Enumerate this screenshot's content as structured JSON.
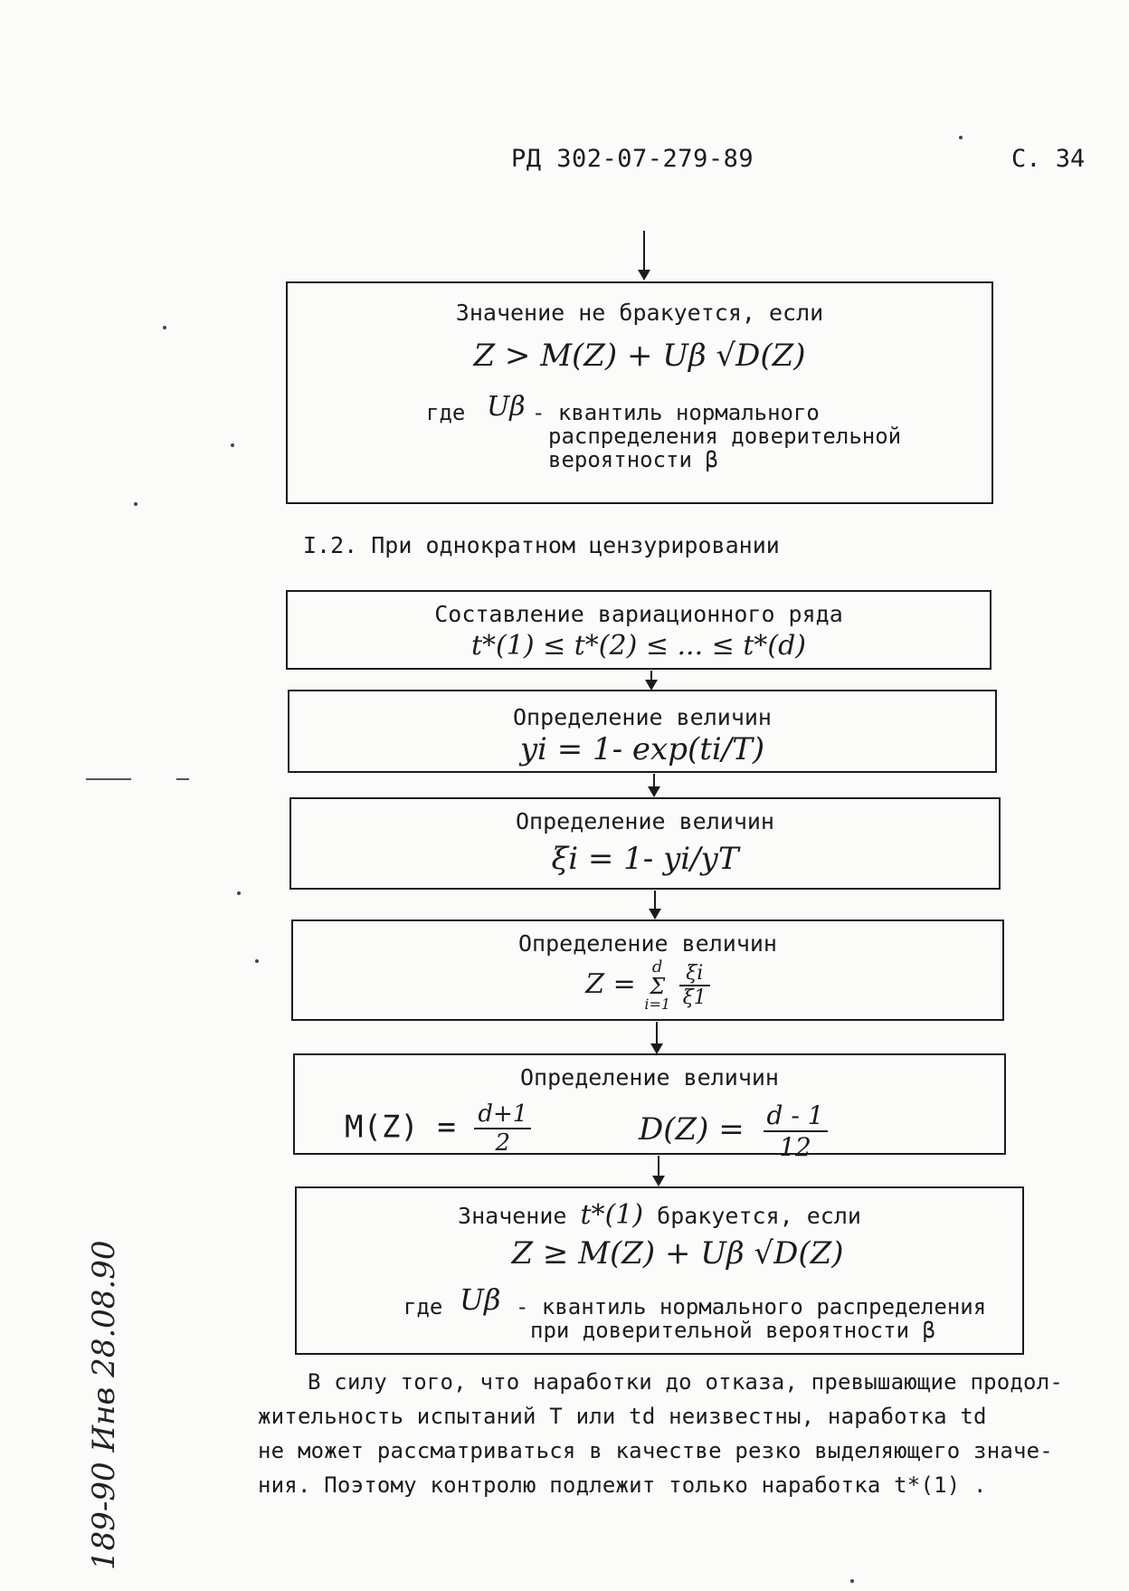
{
  "header": {
    "code": "РД 302-07-279-89",
    "page": "С. 34"
  },
  "box1": {
    "title": "Значение не бракуется, если",
    "formula": "Z > M(Z) + Uβ √D(Z)",
    "where_word": "где",
    "where_symbol": "Uβ",
    "where_lines": [
      "- квантиль нормального",
      "распределения доверительной",
      "вероятности β"
    ]
  },
  "section_title": "I.2. При однократном цензурировании",
  "steps": [
    {
      "label": "Составление вариационного ряда",
      "formula": "t*(1) ≤ t*(2) ≤ ... ≤ t*(d)"
    },
    {
      "label": "Определение величин",
      "formula": "yi = 1- exp(ti/T)"
    },
    {
      "label": "Определение величин",
      "formula": "ξi = 1- yi/yT"
    },
    {
      "label": "Определение величин",
      "formula": "Z = Σ ξi/ξ1"
    },
    {
      "label": "Определение величин",
      "m_formula": "M(Z) =",
      "d_formula": "D(Z) ="
    }
  ],
  "fracs": {
    "z_sum_top": "d",
    "z_sum_bottom": "i=1",
    "z_num": "ξi",
    "z_den": "ξ1",
    "m_num": "d+1",
    "m_den": "2",
    "d_num": "d - 1",
    "d_den": "12"
  },
  "final_box": {
    "title_a": "Значение",
    "title_sym": "t*(1)",
    "title_b": "бракуется, если",
    "formula": "Z ≥ M(Z) + Uβ √D(Z)",
    "where_word": "где",
    "where_symbol": "Uβ",
    "where_lines": [
      "- квантиль нормального распределения",
      "при доверительной вероятности β"
    ]
  },
  "paragraph": [
    "В силу того, что наработки до отказа, превышающие продол-",
    "жительность испытаний  T  или  td неизвестны, наработка td",
    "не может рассматриваться в качестве резко выделяющего значе-",
    "ния. Поэтому контролю подлежит только наработка  t*(1) ."
  ],
  "margin_note": "189-90  Инв 28.08.90"
}
